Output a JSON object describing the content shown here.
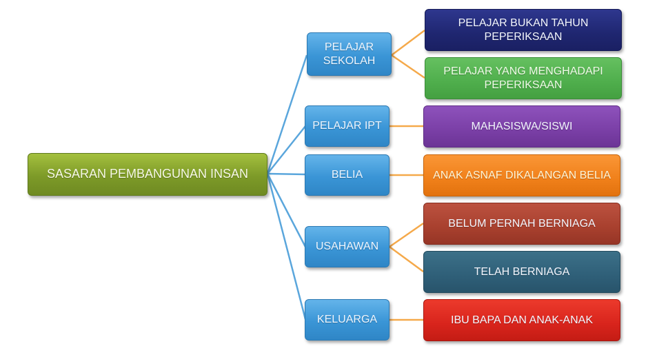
{
  "root": {
    "label": "SASARAN PEMBANGUNAN INSAN",
    "color": "#8aa630"
  },
  "categories": [
    {
      "label": "PELAJAR SEKOLAH",
      "children": [
        {
          "label": "PELAJAR BUKAN TAHUN PEPERIKSAAN",
          "color": "#232a7a"
        },
        {
          "label": "PELAJAR YANG MENGHADAPI PEPERIKSAAN",
          "color": "#4fae4c"
        }
      ]
    },
    {
      "label": "PELAJAR IPT",
      "children": [
        {
          "label": "MAHASISWA/SISWI",
          "color": "#7a3fa6"
        }
      ]
    },
    {
      "label": "BELIA",
      "children": [
        {
          "label": "ANAK ASNAF DIKALANGAN BELIA",
          "color": "#f0801a"
        }
      ]
    },
    {
      "label": "USAHAWAN",
      "children": [
        {
          "label": "BELUM PERNAH BERNIAGA",
          "color": "#a8402e"
        },
        {
          "label": "TELAH BERNIAGA",
          "color": "#2f5f78"
        }
      ]
    },
    {
      "label": "KELUARGA",
      "children": [
        {
          "label": "IBU BAPA DAN ANAK-ANAK",
          "color": "#d8241c"
        }
      ]
    }
  ],
  "colors": {
    "connector_root": "#5aa6dc",
    "connector_leaf": "#f5a94a",
    "category": "#3a95d6"
  }
}
